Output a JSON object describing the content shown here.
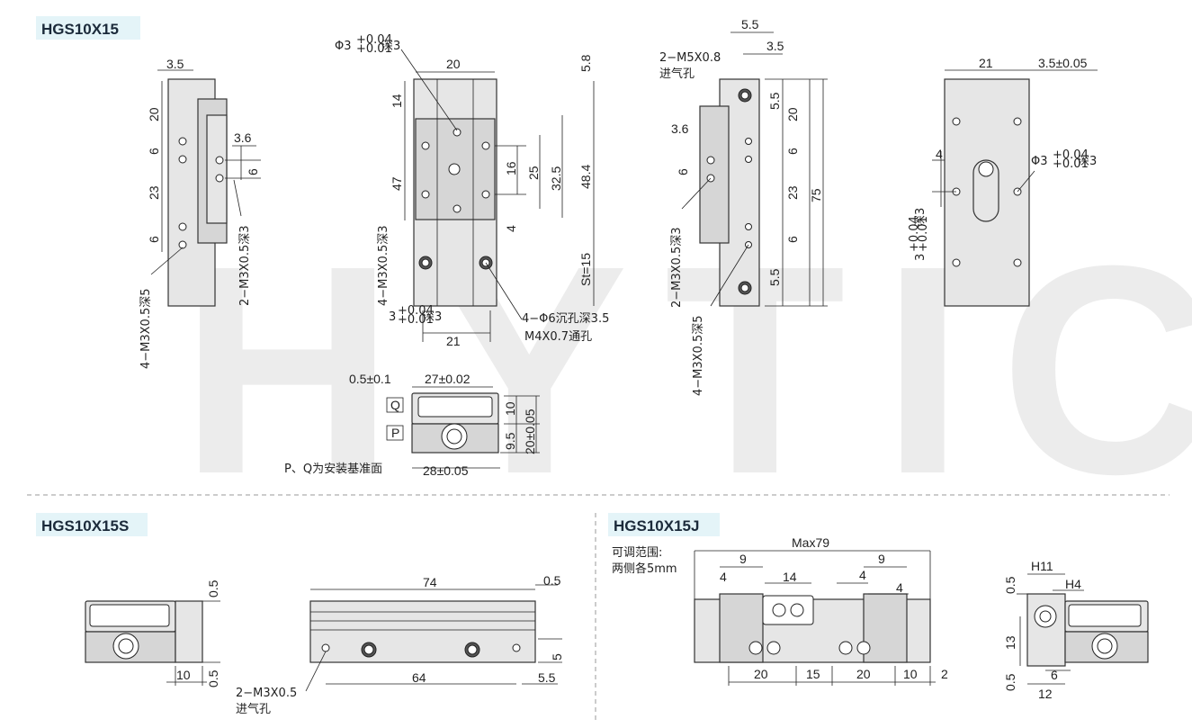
{
  "sections": {
    "main": "HGS10X15",
    "s": "HGS10X15S",
    "j": "HGS10X15J"
  },
  "watermark": "HYTIC",
  "view_side": {
    "d_35": "3.5",
    "d_20": "20",
    "d_6a": "6",
    "d_23": "23",
    "d_6b": "6",
    "d_36": "3.6",
    "d_6c": "6",
    "label_port": "2−M3X0.5深3",
    "label_holes": "4−M3X0.5深5"
  },
  "view_top": {
    "pin_hole": "Φ3 +0.04/+0.01 深3",
    "pin_main": "Φ3",
    "tol_up": "+0.04",
    "tol_low": "+0.01",
    "depth3": "深3",
    "d_20": "20",
    "d_58": "5.8",
    "d_14": "14",
    "d_47": "47",
    "d_16": "16",
    "d_25": "25",
    "d_325": "32.5",
    "d_484": "48.4",
    "d_4": "4",
    "d_st": "St=15",
    "d_21": "21",
    "label_left": "4−M3X0.5深3",
    "pin_bottom": "3",
    "counterbore": "4−Φ6沉孔深3.5",
    "through": "M4X0.7通孔"
  },
  "view_front": {
    "d_055": "0.5±0.1",
    "d_27": "27±0.02",
    "d_10": "10",
    "d_2005": "20±0.05",
    "d_95": "9.5",
    "d_28": "28±0.05",
    "box_q": "Q",
    "box_p": "P",
    "ref_note": "P、Q为安装基准面"
  },
  "view_right": {
    "d_55a": "5.5",
    "d_35": "3.5",
    "port": "2−M5X0.8",
    "port2": "进气孔",
    "d_55b": "5.5",
    "d_20": "20",
    "d_6a": "6",
    "d_23": "23",
    "d_6b": "6",
    "d_55c": "5.5",
    "d_75": "75",
    "d_36": "3.6",
    "d_6c": "6",
    "label_a": "2−M3X0.5深3",
    "label_b": "4−M3X0.5深5"
  },
  "view_back": {
    "d_21": "21",
    "d_35": "3.5±0.05",
    "d_4": "4",
    "pin_main": "Φ3",
    "tol_up": "+0.04",
    "tol_low": "+0.01",
    "depth3": "深3",
    "pin_side": "3"
  },
  "view_s": {
    "d_05a": "0.5",
    "d_05b": "0.5",
    "d_10": "10",
    "d_74": "74",
    "d_05c": "0.5",
    "d_5": "5",
    "d_64": "64",
    "d_55": "5.5",
    "port": "2−M3X0.5",
    "port2": "进气孔"
  },
  "view_j": {
    "adjust1": "可调范围:",
    "adjust2": "两侧各5mm",
    "max": "Max79",
    "d_9a": "9",
    "d_4a": "4",
    "d_14": "14",
    "d_4b": "4",
    "d_9b": "9",
    "d_4c": "4",
    "d_20a": "20",
    "d_15": "15",
    "d_20b": "20",
    "d_10": "10",
    "d_2": "2",
    "h11": "H11",
    "h4": "H4",
    "d_05a": "0.5",
    "d_13": "13",
    "d_05b": "0.5",
    "d_6": "6",
    "d_12": "12"
  },
  "colors": {
    "tag_bg": "#e4f4f8",
    "body": "#e6e6e6",
    "separator": "#999999"
  }
}
